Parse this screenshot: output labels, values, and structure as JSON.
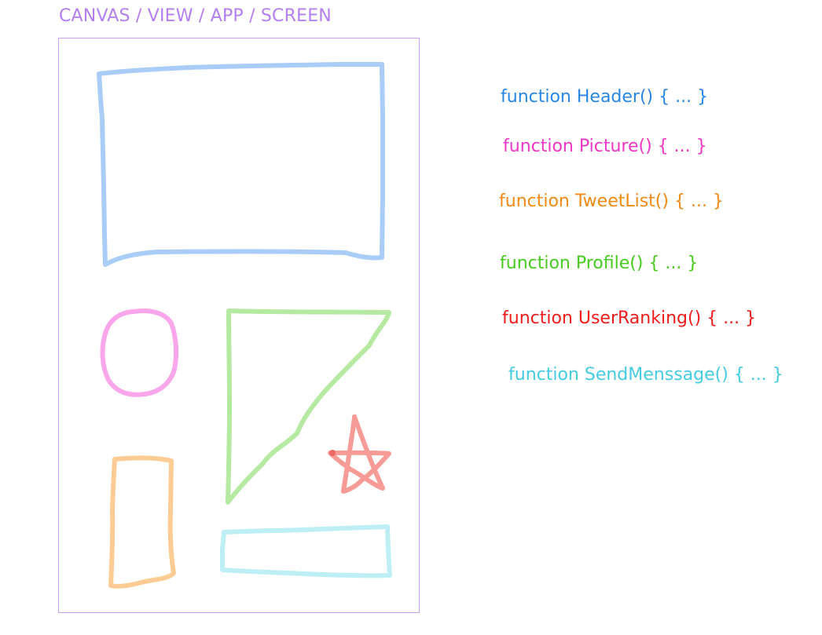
{
  "canvas": {
    "title": "CANVAS / VIEW / APP / SCREEN",
    "title_color": "#b37ff0",
    "frame_color": "#c9a0f5"
  },
  "sketch_shapes": [
    {
      "name": "header-sketch",
      "shape": "rectangle",
      "color": "#a9cdf7"
    },
    {
      "name": "picture-sketch",
      "shape": "circle",
      "color": "#f9a6ea"
    },
    {
      "name": "tweetlist-sketch",
      "shape": "tall-rectangle",
      "color": "#fdcc94"
    },
    {
      "name": "profile-sketch",
      "shape": "triangle",
      "color": "#b6e9a2"
    },
    {
      "name": "userranking-sketch",
      "shape": "star",
      "color": "#f79b96"
    },
    {
      "name": "sendmessage-sketch",
      "shape": "wide-rectangle",
      "color": "#bdeff5"
    }
  ],
  "functions": [
    {
      "label": "function Header() { ... }",
      "color": "#2a86e6"
    },
    {
      "label": "function Picture() { ... }",
      "color": "#ee36c4"
    },
    {
      "label": "function TweetList() { ... }",
      "color": "#f08a14"
    },
    {
      "label": "function Profile() { ... }",
      "color": "#47c91e"
    },
    {
      "label": "function UserRanking() { ... }",
      "color": "#ee1c1c"
    },
    {
      "label": "function SendMenssage() { ... }",
      "color": "#45cbe0"
    }
  ]
}
